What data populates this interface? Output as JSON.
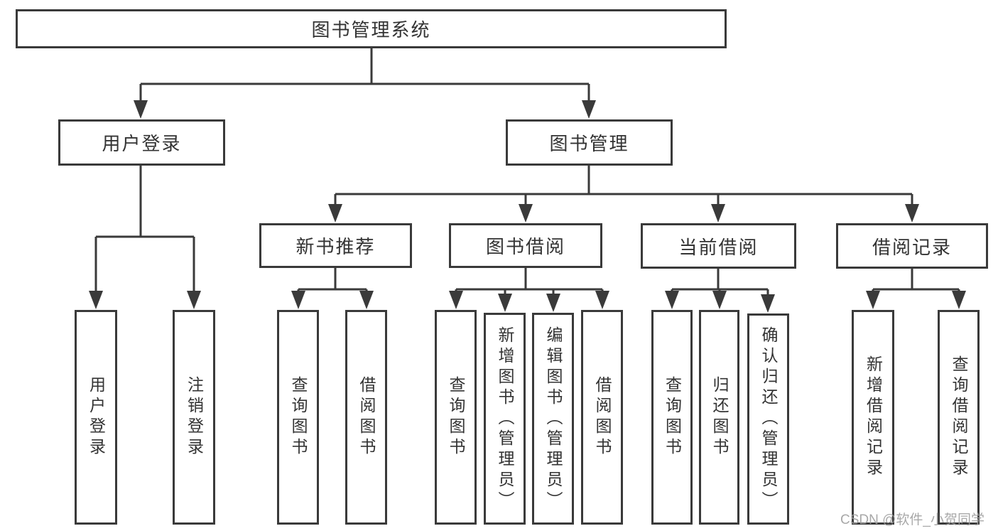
{
  "title": "图书管理系统",
  "watermark": {
    "text": "CSDN @软件_小贺同学"
  },
  "colors": {
    "line": "#3a3a3a",
    "text": "#333333",
    "background": "#ffffff",
    "watermark": "#9e9e9e"
  },
  "tree": {
    "root": {
      "label": "图书管理系统"
    },
    "branches": [
      {
        "label": "用户登录",
        "children": [
          {
            "label": "用户登录"
          },
          {
            "label": "注销登录"
          }
        ]
      },
      {
        "label": "图书管理",
        "children": [
          {
            "label": "新书推荐",
            "children": [
              {
                "label": "查询图书"
              },
              {
                "label": "借阅图书"
              }
            ]
          },
          {
            "label": "图书借阅",
            "children": [
              {
                "label": "查询图书"
              },
              {
                "label": "新增图书（管理员）"
              },
              {
                "label": "编辑图书（管理员）"
              },
              {
                "label": "借阅图书"
              }
            ]
          },
          {
            "label": "当前借阅",
            "children": [
              {
                "label": "查询图书"
              },
              {
                "label": "归还图书"
              },
              {
                "label": "确认归还（管理员）"
              }
            ]
          },
          {
            "label": "借阅记录",
            "children": [
              {
                "label": "新增借阅记录"
              },
              {
                "label": "查询借阅记录"
              }
            ]
          }
        ]
      }
    ]
  }
}
